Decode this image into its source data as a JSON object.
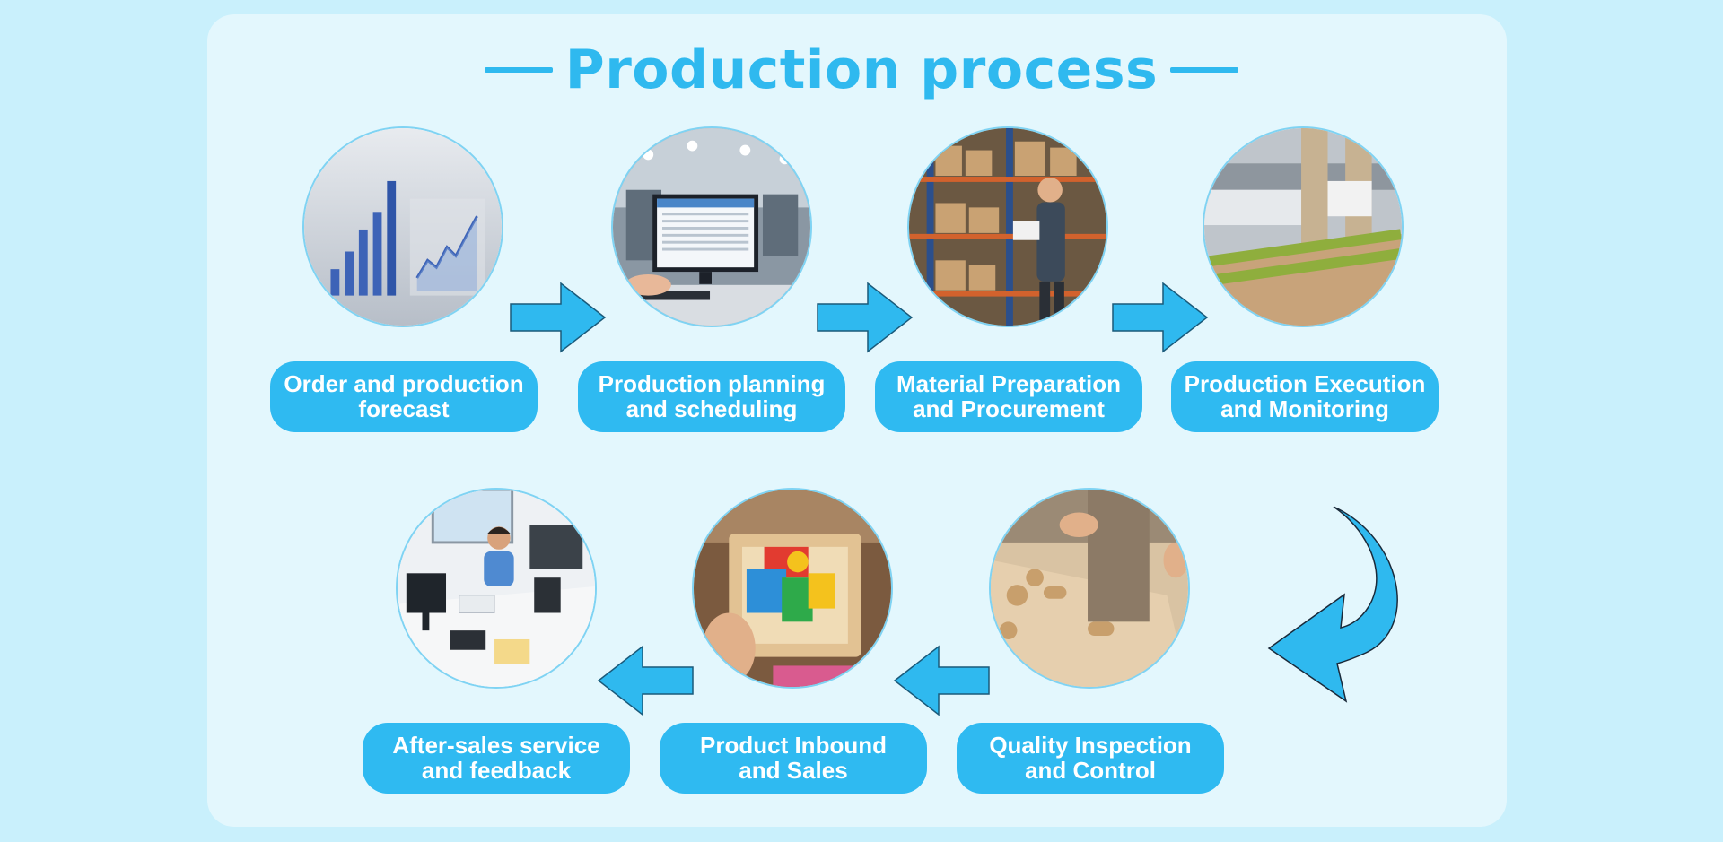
{
  "title": "Production process",
  "colors": {
    "accent": "#2fb9ef",
    "label_bg": "#2fbaf1",
    "background": "#c9f0fc",
    "card": "#e3f7fd"
  },
  "steps": [
    {
      "line1": "Order and production",
      "line2": "forecast",
      "image": "bar-and-line-chart"
    },
    {
      "line1": "Production planning",
      "line2": "and scheduling",
      "image": "computer-monitor-in-factory"
    },
    {
      "line1": "Material Preparation",
      "line2": "and Procurement",
      "image": "worker-in-warehouse-shelves"
    },
    {
      "line1": "Production Execution",
      "line2": "and Monitoring",
      "image": "cnc-machine-rollers"
    },
    {
      "line1": "Quality Inspection",
      "line2": "and Control",
      "image": "wooden-parts-inspection"
    },
    {
      "line1": "Product Inbound",
      "line2": "and Sales",
      "image": "wooden-jigsaw-puzzle"
    },
    {
      "line1": "After-sales service",
      "line2": "and feedback",
      "image": "support-agent-at-desk"
    }
  ]
}
